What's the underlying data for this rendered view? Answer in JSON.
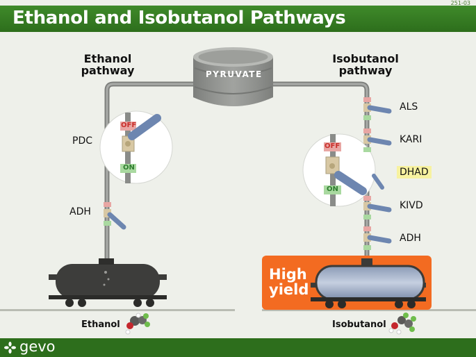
{
  "slide": {
    "number": "251-03",
    "title": "Ethanol and Isobutanol Pathways"
  },
  "tank": {
    "label": "PYRUVATE"
  },
  "ethanol_pathway": {
    "title_line1": "Ethanol",
    "title_line2": "pathway",
    "enzymes": [
      "PDC",
      "ADH"
    ],
    "product": "Ethanol"
  },
  "isobutanol_pathway": {
    "title_line1": "Isobutanol",
    "title_line2": "pathway",
    "enzymes": [
      "ALS",
      "KARI",
      "DHAD",
      "KIVD",
      "ADH"
    ],
    "highlighted_enzyme": "DHAD",
    "product": "Isobutanol",
    "badge_line1": "High",
    "badge_line2": "yield"
  },
  "valve": {
    "off": "OFF",
    "on": "ON"
  },
  "footer": {
    "brand": "gevo"
  },
  "colors": {
    "header_green": "#2d6e1c",
    "high_yield_orange": "#f36b21",
    "dhad_highlight": "#f7f2a0",
    "off_red": "#d9534f",
    "on_green": "#5cb85c"
  }
}
